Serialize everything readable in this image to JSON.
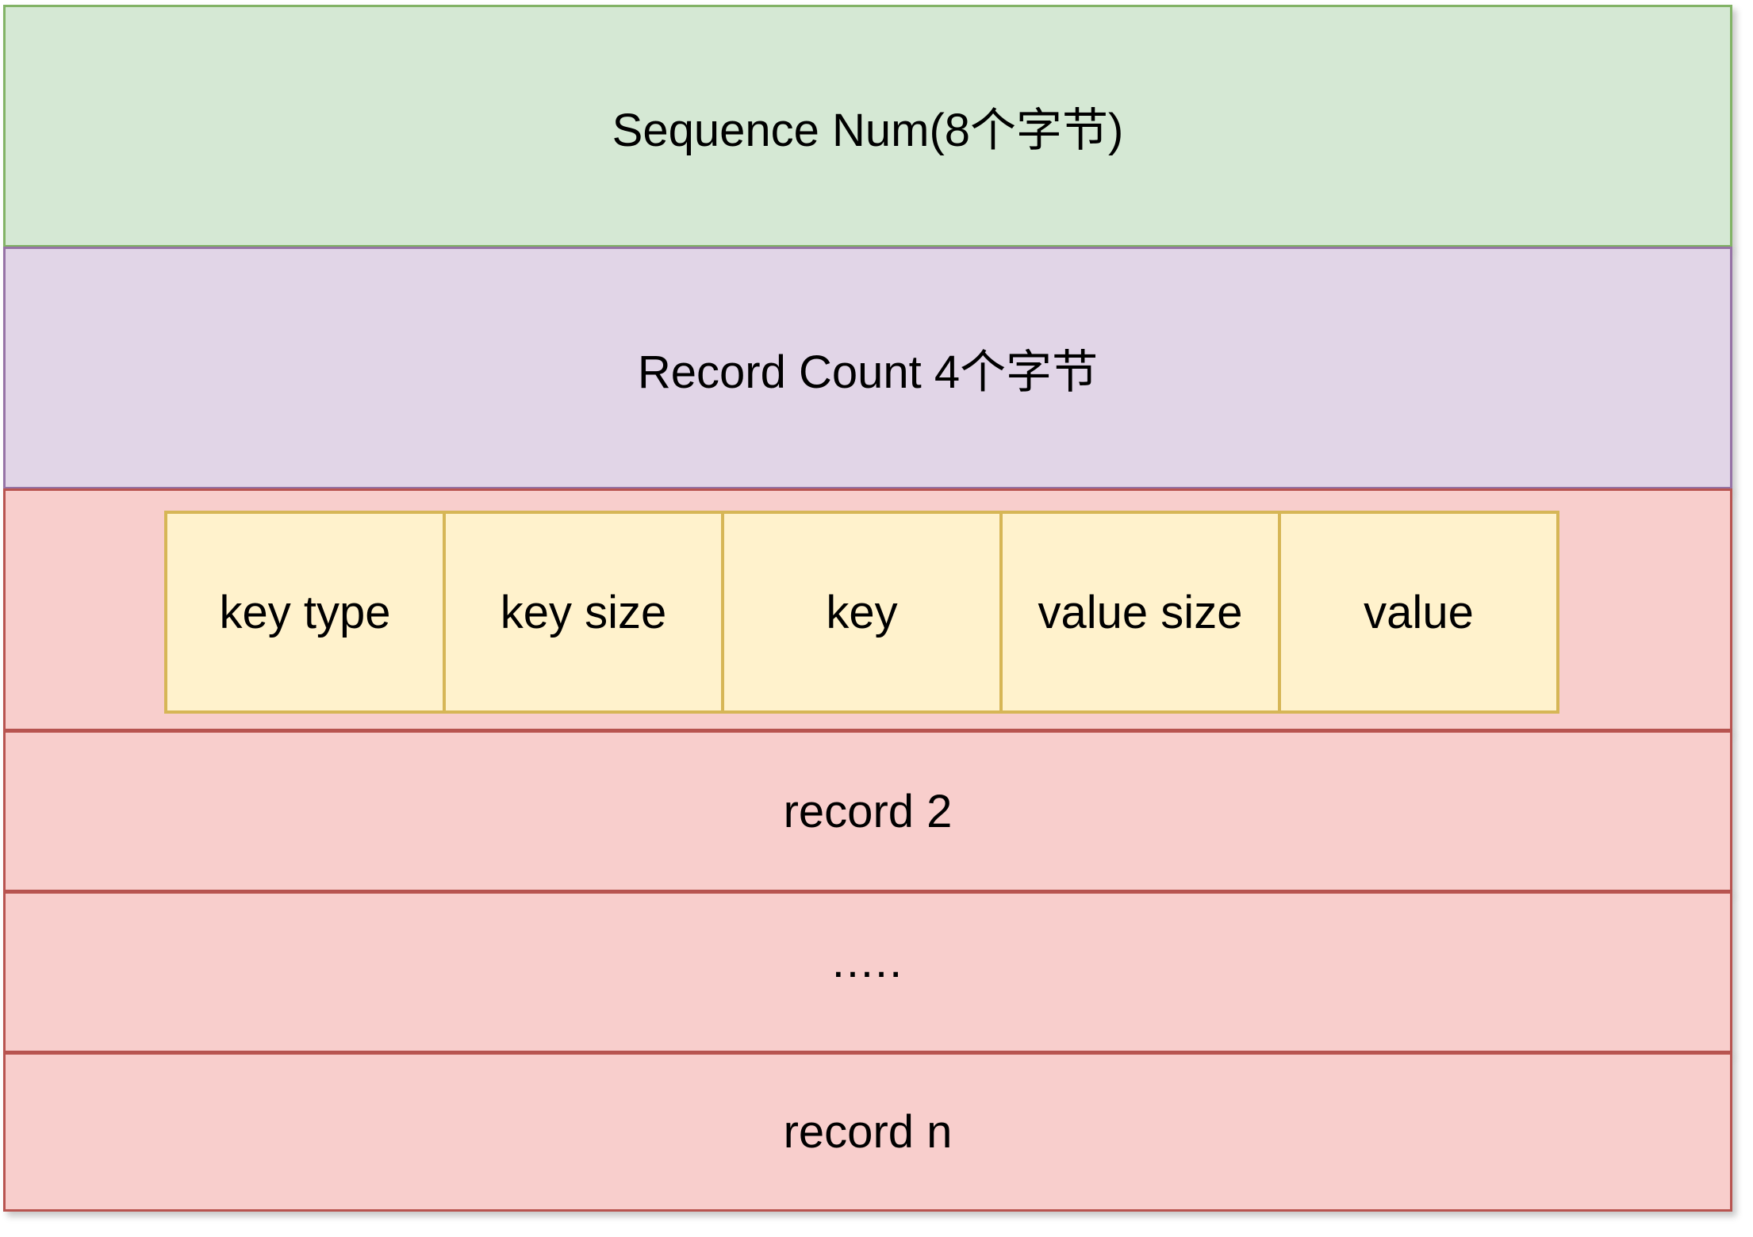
{
  "header_fields": {
    "sequence_num": "Sequence Num(8个字节)",
    "record_count": "Record Count 4个字节"
  },
  "record_1_fields": [
    "key type",
    "key size",
    "key",
    "value size",
    "value"
  ],
  "records": {
    "record_2": "record 2",
    "ellipsis": ".....",
    "record_n": "record n"
  },
  "colors": {
    "sequence_fill": "#d5e8d4",
    "sequence_border": "#82b366",
    "count_fill": "#e1d5e7",
    "count_border": "#9673a6",
    "record_fill": "#f8cecc",
    "record_border": "#b85450",
    "field_fill": "#fff2cc",
    "field_border": "#d6b656"
  }
}
